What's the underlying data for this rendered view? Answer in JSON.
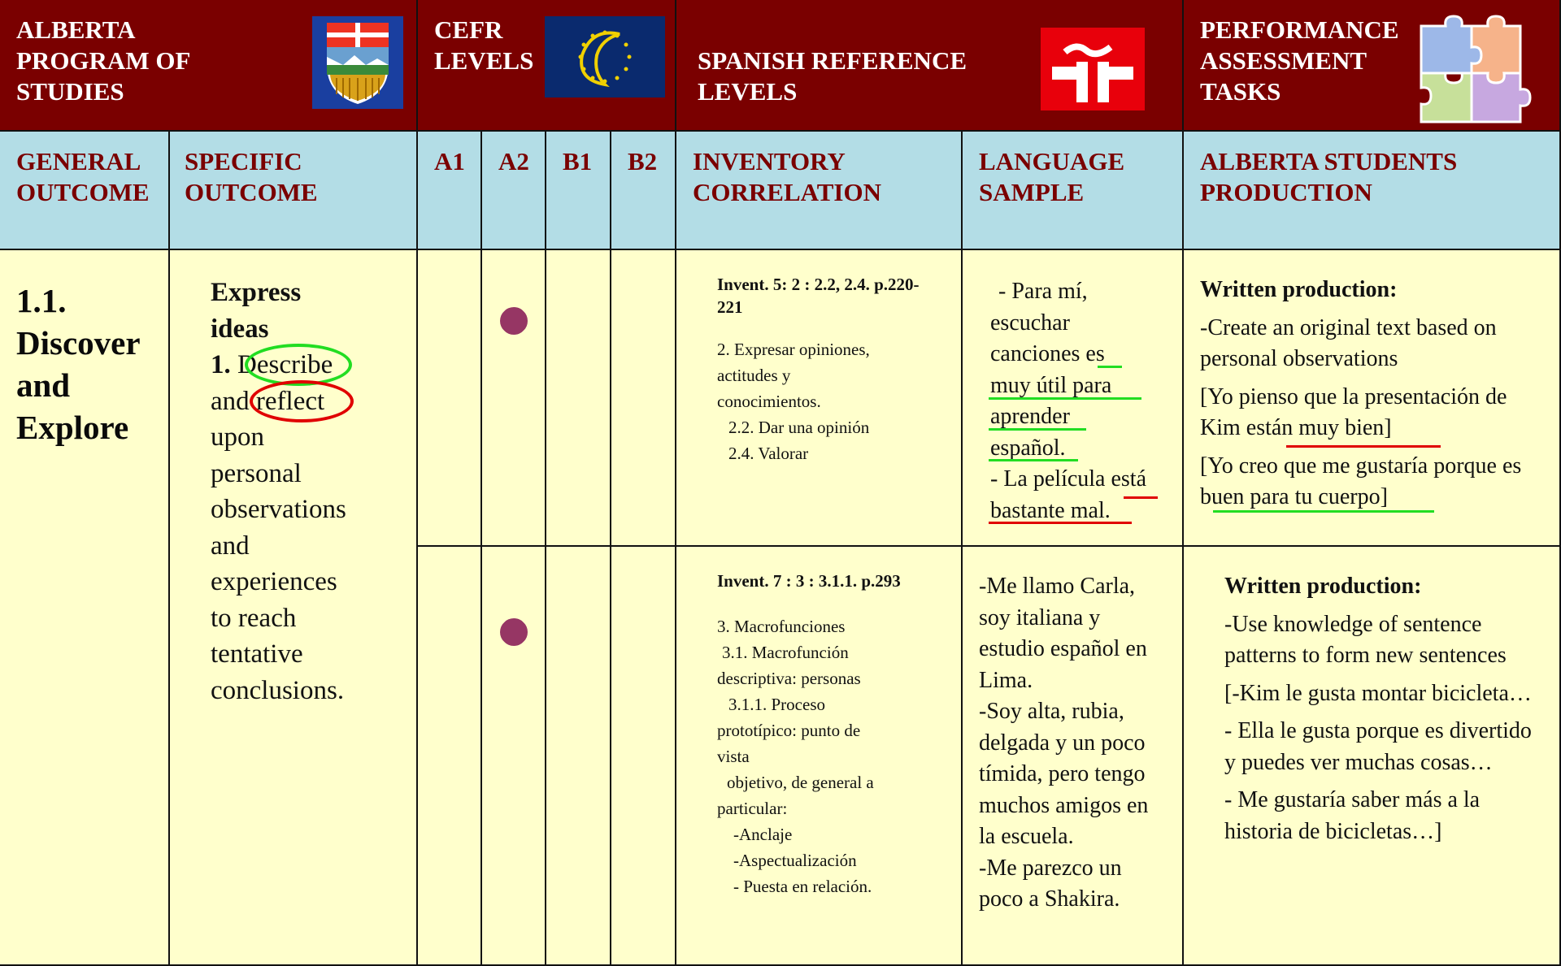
{
  "header": {
    "program": "ALBERTA PROGRAM OF STUDIES",
    "cefr": "CEFR LEVELS",
    "spanish": "SPANISH REFERENCE LEVELS",
    "performance": "PERFORMANCE ASSESSMENT TASKS"
  },
  "subheader": {
    "general": "GENERAL OUTCOME",
    "specific": "SPECIFIC OUTCOME",
    "a1": "A1",
    "a2": "A2",
    "b1": "B1",
    "b2": "B2",
    "inventory": "INVENTORY CORRELATION",
    "sample": "LANGUAGE SAMPLE",
    "production": "ALBERTA STUDENTS PRODUCTION"
  },
  "general_outcome": {
    "number": "1.1.",
    "l1": "Discover",
    "l2": "and",
    "l3": "Explore"
  },
  "specific_outcome": {
    "heading1": "Express",
    "heading2": "ideas",
    "num": "1.",
    "w_describe": "Describe",
    "w_and": "and",
    "w_reflect": "reflect",
    "rest": [
      "upon",
      "personal",
      "observations",
      "and",
      "experiences",
      "to reach",
      "tentative",
      "conclusions."
    ]
  },
  "rows": [
    {
      "level": "A2",
      "inventory_ref": "Invent. 5: 2 : 2.2, 2.4. p.220-221",
      "inventory_lines": [
        "2. Expresar opiniones,",
        "actitudes y",
        "conocimientos.",
        "  2.2. Dar una opinión",
        "  2.4. Valorar"
      ],
      "sample_lines": [
        "- Para mí,",
        "escuchar",
        "canciones es",
        "muy útil para",
        "aprender",
        "español.",
        "- La película está",
        "bastante mal."
      ],
      "production_title": "Written production:",
      "production_lines": [
        "-Create an original text based on personal observations",
        "[Yo pienso que la presentación de Kim están muy bien]",
        "[Yo creo que me gustaría porque es buen para tu cuerpo]"
      ]
    },
    {
      "level": "A2",
      "inventory_ref": "Invent. 7 : 3 : 3.1.1. p.293",
      "inventory_lines": [
        "3. Macrofunciones",
        " 3.1. Macrofunción",
        "descriptiva: personas",
        "  3.1.1. Proceso",
        "prototípico: punto de",
        "vista",
        "  objetivo, de general a",
        "particular:",
        "   -Anclaje",
        "   -Aspectualización",
        "   - Puesta en relación."
      ],
      "sample_lines": [
        "-Me llamo Carla,",
        "soy italiana y",
        "estudio español en",
        "Lima.",
        "-Soy alta, rubia,",
        "delgada y un poco",
        "tímida, pero tengo",
        "muchos amigos en",
        "la escuela.",
        "-Me parezco un",
        "poco a Shakira."
      ],
      "production_title": "Written production:",
      "production_lines": [
        "-Use knowledge of sentence patterns to form new sentences",
        "[-Kim le gusta montar bicicleta…",
        " - Ella le gusta porque es divertido y puedes ver muchas cosas…",
        " - Me gustaría saber más a la historia de bicicletas…]"
      ]
    }
  ],
  "colors": {
    "header_bg": "#7a0000",
    "subheader_bg": "#b3dde6",
    "body_bg": "#ffffcc",
    "dot": "#963664",
    "green": "#22dd22",
    "red": "#e00000"
  }
}
